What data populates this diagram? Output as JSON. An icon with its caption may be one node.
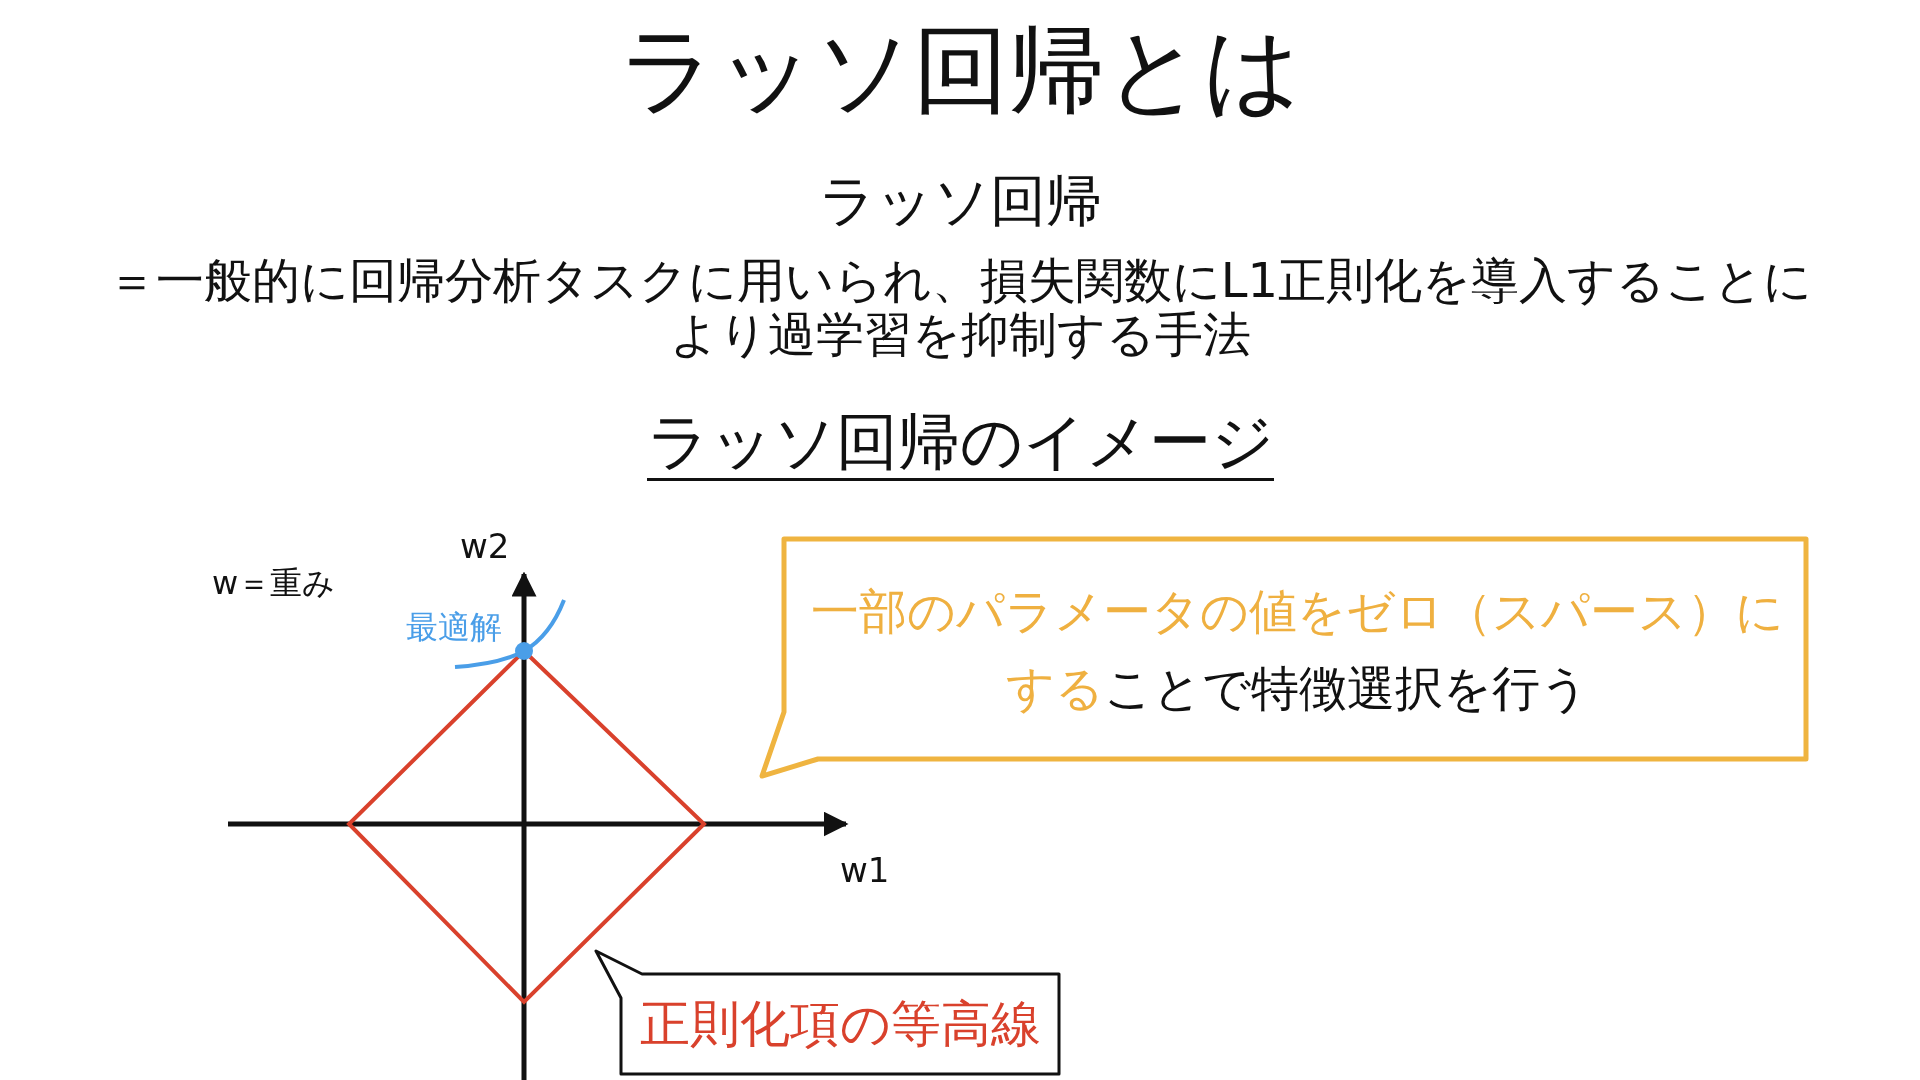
{
  "diagram": {
    "title": "ラッソ回帰とは",
    "nodes": [
      {
        "text": [
          "**一部のパラメータの値をゼロ（スパース）にする**ことで特徴選択を行う"
        ]
      },
      {
        "text": [
          "正則化項の等高線"
        ]
      }
    ],
    "labels": [
      "ラッソ回帰",
      "＝一般的に回帰分析タスクに用いられ、損失関数にL1正則化を導入することにより過学習を抑制する手法",
      "ラッソ回帰のイメージ",
      "w2",
      "w＝重み",
      "最適解",
      "w1"
    ]
  }
}
